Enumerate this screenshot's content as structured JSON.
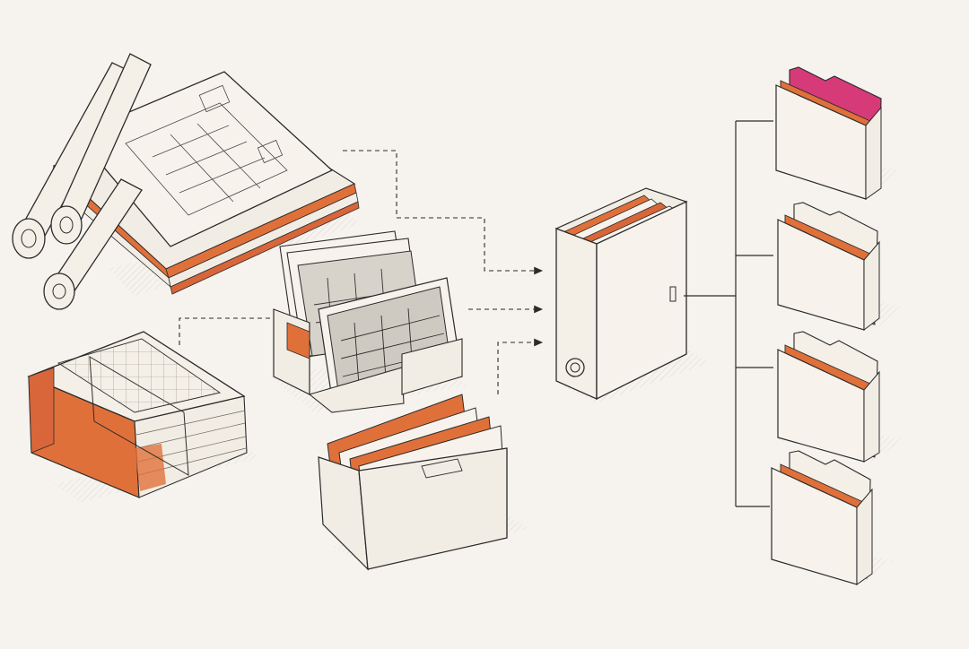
{
  "colors": {
    "background": "#f6f3ee",
    "paper": "#f2ede4",
    "ink": "#2b2b2b",
    "accent_orange": "#e0703a",
    "accent_orange_dark": "#b8522a",
    "accent_magenta": "#d63a78"
  },
  "diagram": {
    "sources": [
      {
        "id": "rolled-blueprints",
        "icon": "blueprint-rolls-icon"
      },
      {
        "id": "site-photos",
        "icon": "photo-box-icon"
      },
      {
        "id": "bound-logbook",
        "icon": "logbook-icon"
      },
      {
        "id": "document-file-box",
        "icon": "file-box-icon"
      }
    ],
    "hub": {
      "id": "archive-binder",
      "icon": "binder-icon"
    },
    "outputs": [
      {
        "id": "folder-1",
        "icon": "folder-icon",
        "tab_color": "#d63a78"
      },
      {
        "id": "folder-2",
        "icon": "folder-icon",
        "tab_color": "#e0703a"
      },
      {
        "id": "folder-3",
        "icon": "folder-icon",
        "tab_color": "#e0703a"
      },
      {
        "id": "folder-4",
        "icon": "folder-icon",
        "tab_color": "#e0703a"
      }
    ],
    "connectors": {
      "inputs_style": "dashed-arrow",
      "outputs_style": "solid-tree"
    }
  }
}
